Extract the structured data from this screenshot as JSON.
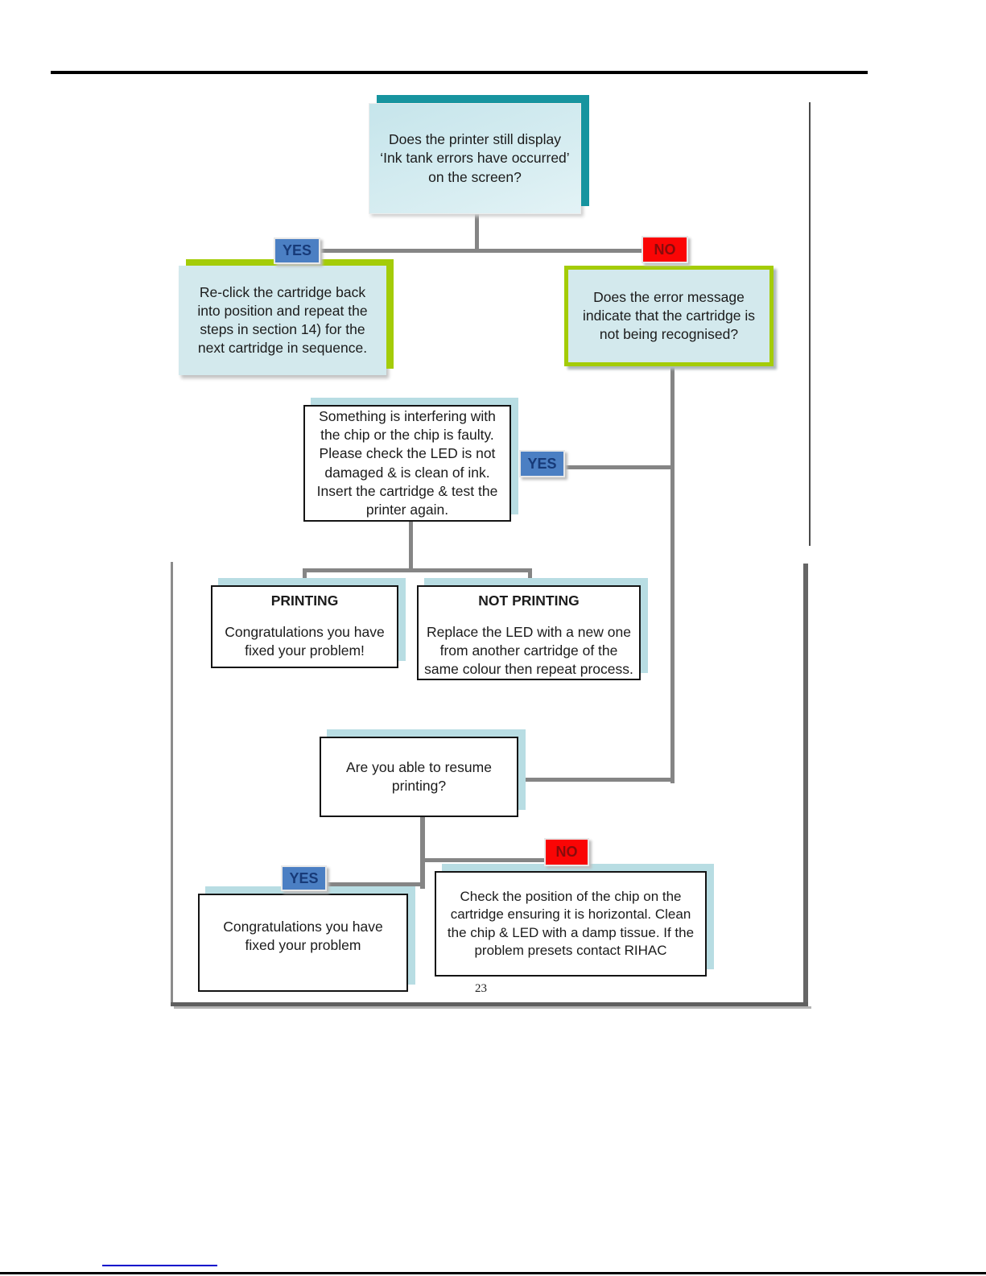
{
  "page": {
    "number": "23"
  },
  "labels": {
    "yes": "YES",
    "no": "NO"
  },
  "flowchart": {
    "start": {
      "text": "Does the printer still display\n‘Ink tank errors have occurred’\non the screen?"
    },
    "reclick": {
      "text": "Re-click the cartridge back\ninto position and repeat the\nsteps in section 14) for the\nnext cartridge in sequence."
    },
    "error_message": {
      "text": "Does the error message\nindicate that the cartridge is\nnot being recognised?"
    },
    "chip_fault": {
      "text": "Something is interfering with\nthe chip or the chip is faulty.\nPlease check the LED is not\ndamaged & is clean of ink.\nInsert the cartridge & test the\nprinter again."
    },
    "printing": {
      "title": "PRINTING",
      "text": "Congratulations you have\nfixed your problem!"
    },
    "not_printing": {
      "title": "NOT PRINTING",
      "text": "Replace the LED with a new one\nfrom another cartridge of the\nsame colour then repeat process."
    },
    "resume": {
      "text": "Are you able to resume\nprinting?"
    },
    "congrats": {
      "text": "Congratulations you have\nfixed your problem"
    },
    "check_chip": {
      "text": "Check the position of the chip on the\ncartridge ensuring it is horizontal. Clean\nthe chip & LED with a damp tissue. If the\nproblem presets contact RIHAC"
    }
  },
  "colors": {
    "start_accent_teal": "#17949f",
    "branch_accent_green": "#a4cc08",
    "blue_box_fill": "#d3e9ed",
    "white_box_shadow_blue": "#b8dde3",
    "yes_tag_blue": "#4b7fc3",
    "yes_tag_text": "#173a78",
    "no_tag_red": "#fa0505",
    "no_tag_text": "#870c0c",
    "connector_gray": "#858585",
    "footer_link_blue": "#0000cb"
  }
}
